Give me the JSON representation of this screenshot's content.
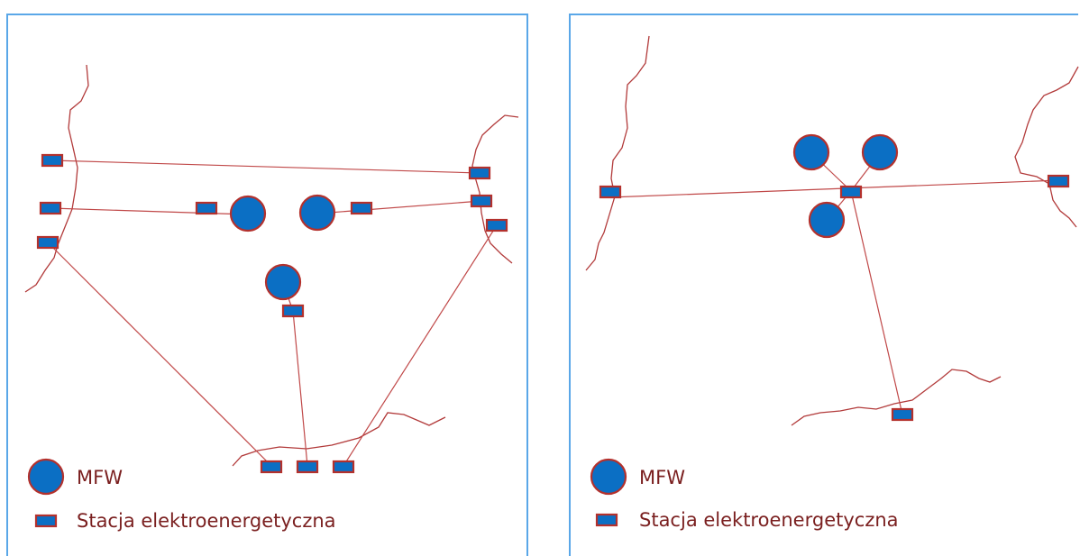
{
  "panels": [
    {
      "id": "left",
      "legend": {
        "farm_label": "MFW",
        "station_label": "Stacja elektroenergetyczna"
      }
    },
    {
      "id": "right",
      "legend": {
        "farm_label": "MFW",
        "station_label": "Stacja elektroenergetyczna"
      }
    }
  ],
  "colors": {
    "farm_fill": "#0b6fc4",
    "symbol_outline": "#b3312d",
    "coastline": "#b23a3a",
    "connection_line": "#c04848",
    "frame": "#5aa7e8",
    "legend_text": "#7a1f1f"
  }
}
